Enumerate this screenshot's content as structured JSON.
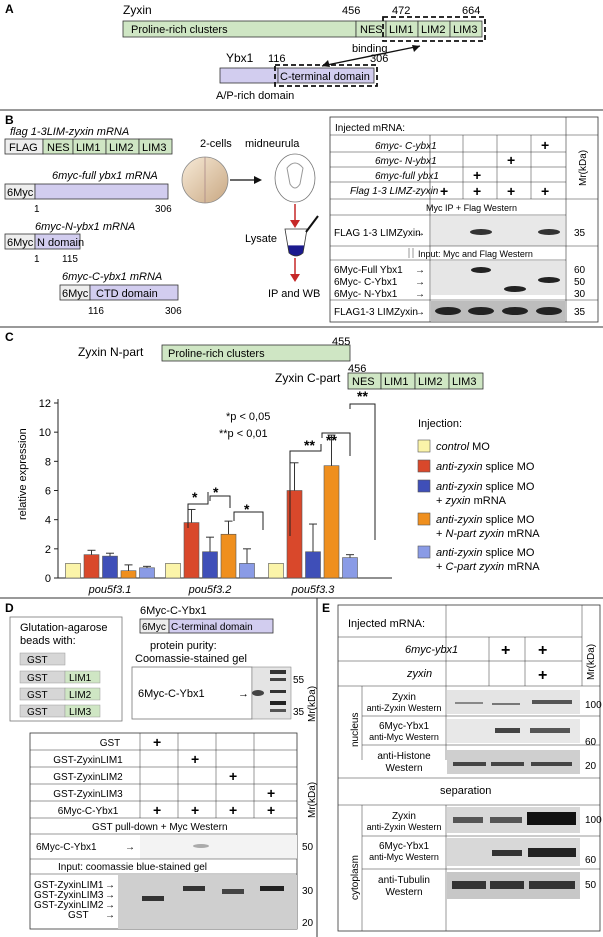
{
  "panels": {
    "A": {
      "letter": "A",
      "zyxin": {
        "name": "Zyxin",
        "pos_456": "456",
        "pos_472": "472",
        "pos_664": "664",
        "domain_prc": "Proline-rich clusters",
        "nes": "NES",
        "lim1": "LIM1",
        "lim2": "LIM2",
        "lim3": "LIM3"
      },
      "binding": "binding",
      "ybx1": {
        "name": "Ybx1",
        "pos_116": "116",
        "pos_306": "306",
        "cterm": "C-terminal domain",
        "ap": "A/P-rich domain"
      }
    },
    "B": {
      "letter": "B",
      "flag_mrna": "flag 1-3LIM-zyxin mRNA",
      "flag_boxes": [
        "FLAG",
        "NES",
        "LIM1",
        "LIM2",
        "LIM3"
      ],
      "full_mrna": "6myc-full ybx1 mRNA",
      "myc": "6Myc",
      "full_start": "1",
      "full_end": "306",
      "n_mrna": "6myc-N-ybx1 mRNA",
      "n_domain": "N domain",
      "n_start": "1",
      "n_end": "115",
      "c_mrna": "6myc-C-ybx1 mRNA",
      "c_domain": "CTD domain",
      "c_start": "116",
      "c_end": "306",
      "two_cells": "2-cells",
      "midneurula": "midneurula",
      "lysate": "Lysate",
      "ipwb": "IP and WB",
      "blot": {
        "injected": "Injected mRNA:",
        "rows": [
          "6myc- C-ybx1",
          "6myc- N-ybx1",
          "6myc-full ybx1",
          "Flag 1-3 LIMZ-zyxin"
        ],
        "plus": "+",
        "mr": "Mr(kDa)",
        "myc_ip": "Myc IP + Flag Western",
        "flag_band": "FLAG 1-3 LIMZyxin",
        "mw35": "35",
        "input": "Input: Myc and Flag Western",
        "full_ybx1": "6Myc-Full Ybx1",
        "c_ybx1": "6Myc- C-Ybx1",
        "n_ybx1": "6Myc- N-Ybx1",
        "flag_input": "FLAG1-3 LIMZyxin",
        "mw60": "60",
        "mw50": "50",
        "mw30": "30"
      }
    },
    "C": {
      "letter": "C",
      "npart": "Zyxin N-part",
      "prc": "Proline-rich clusters",
      "n455": "455",
      "cpart": "Zyxin C-part",
      "c456": "456",
      "nes": "NES",
      "lim1": "LIM1",
      "lim2": "LIM2",
      "lim3": "LIM3",
      "sig1": "*p < 0,05",
      "sig2": "**p < 0,01",
      "star": "*",
      "dstar": "**",
      "legend_title": "Injection:"
    },
    "D": {
      "letter": "D",
      "beads1": "Glutation-agarose",
      "beads2": "beads with:",
      "gst": "GST",
      "lim1": "LIM1",
      "lim2": "LIM2",
      "lim3": "LIM3",
      "myc_c_title": "6Myc-C-Ybx1",
      "myc": "6Myc",
      "cterm": "C-terminal domain",
      "purity1": "protein purity:",
      "purity2": "Coomassie-stained gel",
      "myc_c_band": "6Myc-C-Ybx1",
      "mw55": "55",
      "mw35": "35",
      "mr": "Mr(kDa)",
      "rows": [
        "GST",
        "GST-ZyxinLIM1",
        "GST-ZyxinLIM2",
        "GST-ZyxinLIM3",
        "6Myc-C-Ybx1"
      ],
      "plus": "+",
      "pulldown": "GST pull-down + Myc Western",
      "pd_band": "6Myc-C-Ybx1",
      "mw50": "50",
      "input": "Input: coomassie blue-stained gel",
      "gel_labels": [
        "GST-ZyxinLIM1",
        "GST-ZyxinLIM3",
        "GST-ZyxinLIM2",
        "GST"
      ],
      "mw30": "30",
      "mw20": "20"
    },
    "E": {
      "letter": "E",
      "injected": "Injected mRNA:",
      "row1": "6myc-ybx1",
      "row2": "zyxin",
      "plus": "+",
      "mr": "Mr(kDa)",
      "nucleus": "nucleus",
      "cytoplasm": "cytoplasm",
      "separation": "separation",
      "zyxin": "Zyxin",
      "anti_zyxin": "anti-Zyxin Western",
      "myc_ybx1": "6Myc-Ybx1",
      "anti_myc": "anti-Myc Western",
      "anti_histone": "anti-Histone",
      "western": "Western",
      "anti_tubulin": "anti-Tubulin",
      "mw100": "100",
      "mw60": "60",
      "mw20": "20",
      "mw50": "50"
    }
  },
  "chart_data": {
    "type": "bar",
    "ylabel": "relative expression",
    "ylim": [
      0,
      12
    ],
    "yticks": [
      0,
      2,
      4,
      6,
      8,
      10,
      12
    ],
    "categories": [
      "pou5f3.1",
      "pou5f3.2",
      "pou5f3.3"
    ],
    "series": [
      {
        "name": "control MO",
        "color": "#fbf4a9",
        "values": [
          1.0,
          1.0,
          1.0
        ],
        "errors": [
          0,
          0,
          0
        ]
      },
      {
        "name": "anti-zyxin splice MO",
        "color": "#d9482b",
        "values": [
          1.6,
          3.8,
          6.0
        ],
        "errors": [
          0.3,
          0.9,
          1.9
        ]
      },
      {
        "name": "anti-zyxin splice MO + zyxin mRNA",
        "color": "#3f4fb8",
        "values": [
          1.5,
          1.8,
          1.8
        ],
        "errors": [
          0.2,
          1.0,
          1.9
        ]
      },
      {
        "name": "anti-zyxin splice MO + N-part zyxin mRNA",
        "color": "#ef8f1e",
        "values": [
          0.5,
          3.0,
          7.7
        ],
        "errors": [
          0.4,
          0.9,
          2.1
        ]
      },
      {
        "name": "anti-zyxin splice MO + C-part zyxin mRNA",
        "color": "#8a9be6",
        "values": [
          0.7,
          1.0,
          1.4
        ],
        "errors": [
          0.1,
          1.0,
          0.2
        ]
      }
    ],
    "legend_segments": [
      [
        [
          "control",
          true
        ],
        [
          " MO",
          false
        ]
      ],
      [
        [
          "anti-zyxin",
          true
        ],
        [
          " splice MO",
          false
        ]
      ],
      [
        [
          "anti-zyxin",
          true
        ],
        [
          " splice MO",
          false
        ]
      ],
      [
        [
          "+ ",
          false
        ],
        [
          "zyxin",
          true
        ],
        [
          " mRNA",
          false
        ]
      ],
      [
        [
          "anti-zyxin",
          true
        ],
        [
          " splice MO",
          false
        ]
      ],
      [
        [
          "+ ",
          false
        ],
        [
          "N-part zyxin",
          true
        ],
        [
          " mRNA",
          false
        ]
      ],
      [
        [
          "anti-zyxin",
          true
        ],
        [
          " splice MO",
          false
        ]
      ],
      [
        [
          "+ ",
          false
        ],
        [
          "C-part zyxin",
          true
        ],
        [
          " mRNA",
          false
        ]
      ]
    ]
  }
}
